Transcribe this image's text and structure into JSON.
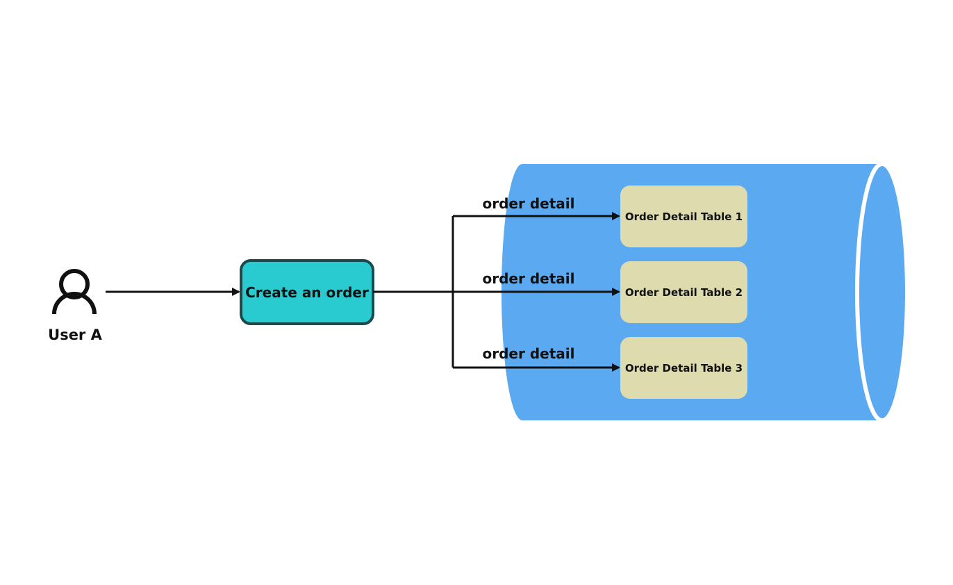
{
  "diagram": {
    "actor": {
      "label": "User A",
      "icon": "person-icon"
    },
    "process": {
      "label": "Create an order"
    },
    "edges": [
      {
        "label": "order detail"
      },
      {
        "label": "order detail"
      },
      {
        "label": "order detail"
      }
    ],
    "tables": [
      {
        "label": "Order Detail Table 1"
      },
      {
        "label": "Order Detail Table 2"
      },
      {
        "label": "Order Detail Table 3"
      }
    ],
    "database": {
      "icon": "cylinder-database-icon"
    }
  },
  "colors": {
    "cylinder": "#5ba9f0",
    "process_fill": "#29cbd0",
    "process_border": "#1b4a4c",
    "table_fill": "#dedcae",
    "line": "#111111"
  }
}
